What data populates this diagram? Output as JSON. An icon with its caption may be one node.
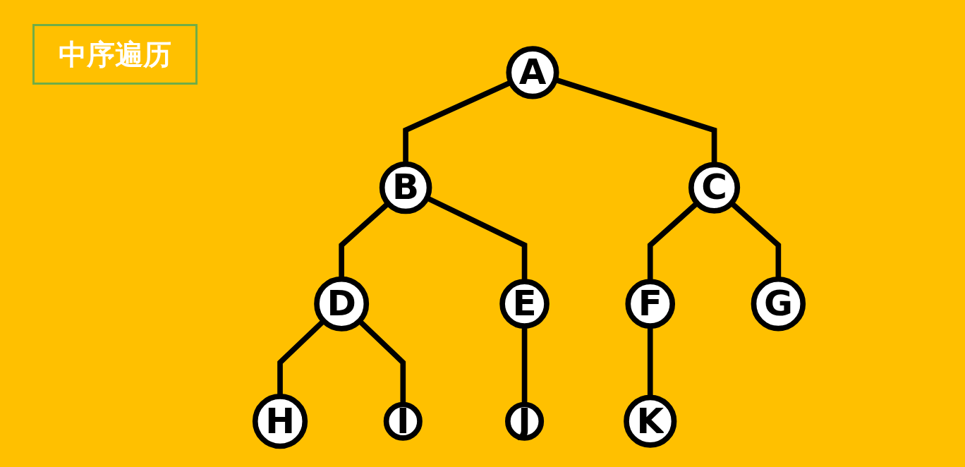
{
  "diagram": {
    "title": "中序遍历",
    "nodes": [
      {
        "text": [
          "A"
        ]
      },
      {
        "text": [
          "B"
        ]
      },
      {
        "text": [
          "C"
        ]
      },
      {
        "text": [
          "D"
        ]
      },
      {
        "text": [
          "E"
        ]
      },
      {
        "text": [
          "F"
        ]
      },
      {
        "text": [
          "G"
        ]
      },
      {
        "text": [
          "H"
        ]
      },
      {
        "text": [
          "I"
        ]
      },
      {
        "text": [
          "J"
        ]
      },
      {
        "text": [
          "K"
        ]
      }
    ],
    "edges": [
      {
        "from": 0,
        "to": 1,
        "arrow": "none"
      },
      {
        "from": 0,
        "to": 2,
        "arrow": "none"
      },
      {
        "from": 1,
        "to": 3,
        "arrow": "none"
      },
      {
        "from": 1,
        "to": 4,
        "arrow": "none"
      },
      {
        "from": 2,
        "to": 5,
        "arrow": "none"
      },
      {
        "from": 2,
        "to": 6,
        "arrow": "none"
      },
      {
        "from": 3,
        "to": 7,
        "arrow": "none"
      },
      {
        "from": 3,
        "to": 8,
        "arrow": "none"
      },
      {
        "from": 4,
        "to": 9,
        "arrow": "none"
      },
      {
        "from": 5,
        "to": 10,
        "arrow": "none"
      }
    ]
  }
}
